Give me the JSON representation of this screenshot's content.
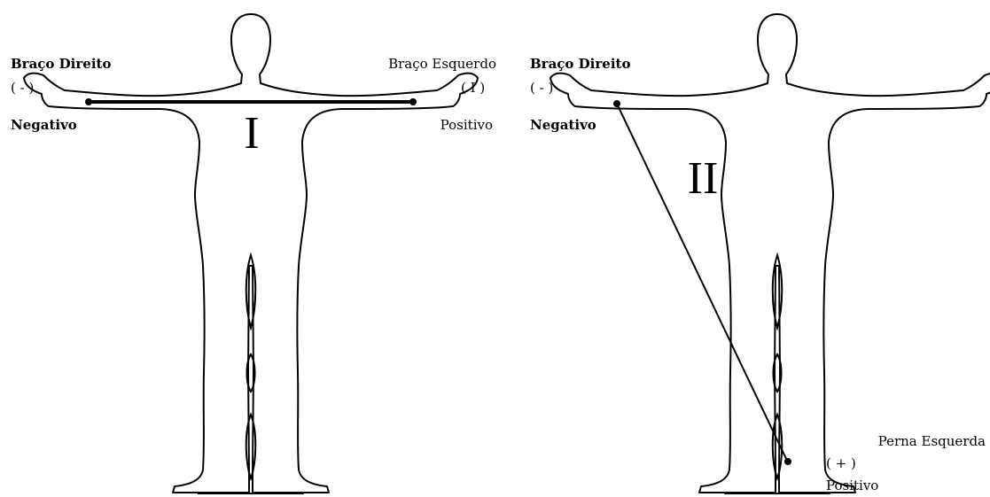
{
  "colors": {
    "background": "#ffffff",
    "stroke": "#000000"
  },
  "lead_I": {
    "numeral": "I",
    "right_arm": {
      "title": "Braço Direito",
      "sign": "( - )",
      "polarity": "Negativo"
    },
    "left_arm": {
      "title": "Braço Esquerdo",
      "sign": "( I )",
      "polarity": "Positivo"
    }
  },
  "lead_II": {
    "numeral": "II",
    "right_arm": {
      "title": "Braço Direito",
      "sign": "( - )",
      "polarity": "Negativo"
    },
    "left_leg": {
      "title": "Perna Esquerda",
      "sign": "( + )",
      "polarity": "Positivo"
    }
  }
}
